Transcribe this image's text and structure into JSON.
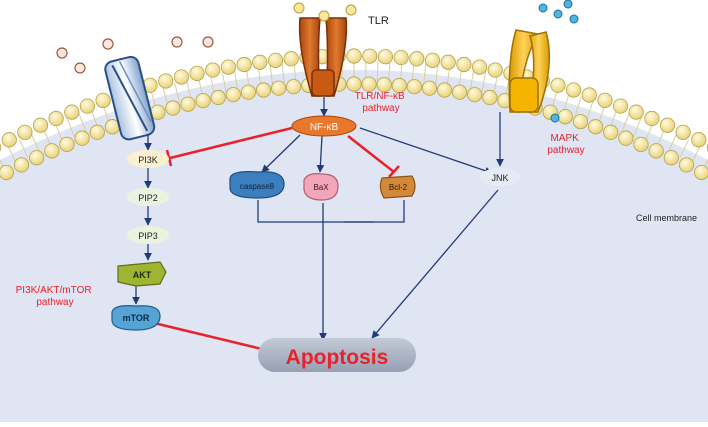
{
  "labels": {
    "tlr": "TLR",
    "tlr_pathway": [
      "TLR/NF-κB",
      "pathway"
    ],
    "mapk_pathway": [
      "MAPK",
      "pathway"
    ],
    "pi3k_pathway": [
      "PI3K/AKT/mTOR",
      "pathway"
    ],
    "cell_membrane": "Cell membrane"
  },
  "nodes": {
    "nfkb": "NF-κB",
    "pi3k": "PI3K",
    "pip2": "PIP2",
    "pip3": "PIP3",
    "akt": "AKT",
    "mtor": "mTOR",
    "caspase8": "caspase8",
    "bax": "BaX",
    "bcl2": "Bcl-2",
    "jnk": "JNK",
    "apoptosis": "Apoptosis"
  },
  "colors": {
    "activation_arrow": "#1f3c78",
    "inhibition": "#e8222b",
    "pathway_label": "#e8222b",
    "cell_interior": "#dfe5f3",
    "lipid_head": "#f7e8a2",
    "nfkb": "#e8782b",
    "caspase8": "#3b7fbf",
    "bax": "#f2a6b8",
    "bcl2": "#d28a3a",
    "akt": "#9fb531",
    "mtor": "#57a3d3",
    "apoptosis": "#a5adbf",
    "tlr_receptor": "#c85a14",
    "mapk_receptor": "#f4b400"
  }
}
